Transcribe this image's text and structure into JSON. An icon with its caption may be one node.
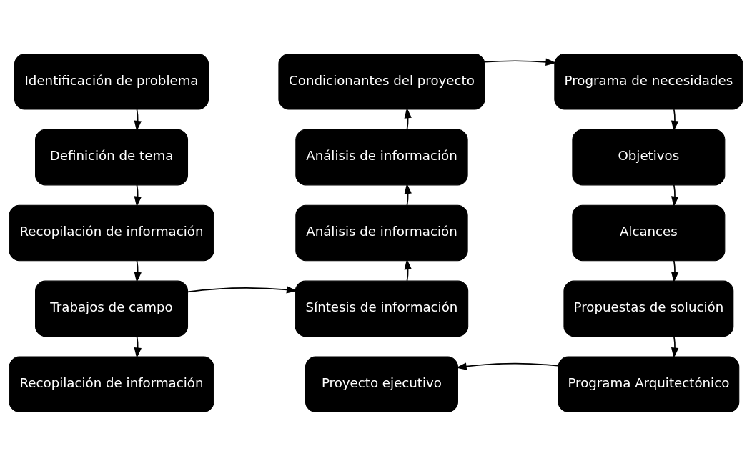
{
  "diagram": {
    "nodes": [
      {
        "text": [
          "Identificación de problema"
        ]
      },
      {
        "text": [
          "Definición de tema"
        ]
      },
      {
        "text": [
          "Recopilación de información"
        ]
      },
      {
        "text": [
          "Trabajos de campo"
        ]
      },
      {
        "text": [
          "Recopilación de información"
        ]
      },
      {
        "text": [
          "Condicionantes del proyecto"
        ]
      },
      {
        "text": [
          "Análisis de información"
        ]
      },
      {
        "text": [
          "Análisis de información"
        ]
      },
      {
        "text": [
          "Síntesis de información"
        ]
      },
      {
        "text": [
          "Proyecto ejecutivo"
        ]
      },
      {
        "text": [
          "Programa de necesidades"
        ]
      },
      {
        "text": [
          "Objetivos"
        ]
      },
      {
        "text": [
          "Alcances"
        ]
      },
      {
        "text": [
          "Propuestas de solución"
        ]
      },
      {
        "text": [
          "Programa Arquitectónico"
        ]
      }
    ],
    "edges": [
      {
        "from": 0,
        "to": 1,
        "arrow": "to"
      },
      {
        "from": 1,
        "to": 2,
        "arrow": "to"
      },
      {
        "from": 2,
        "to": 3,
        "arrow": "to"
      },
      {
        "from": 3,
        "to": 4,
        "arrow": "to"
      },
      {
        "from": 3,
        "to": 8,
        "arrow": "to"
      },
      {
        "from": 8,
        "to": 7,
        "arrow": "to"
      },
      {
        "from": 7,
        "to": 6,
        "arrow": "to"
      },
      {
        "from": 6,
        "to": 5,
        "arrow": "to"
      },
      {
        "from": 5,
        "to": 10,
        "arrow": "to"
      },
      {
        "from": 10,
        "to": 11,
        "arrow": "to"
      },
      {
        "from": 11,
        "to": 12,
        "arrow": "to"
      },
      {
        "from": 12,
        "to": 13,
        "arrow": "to"
      },
      {
        "from": 13,
        "to": 14,
        "arrow": "to"
      },
      {
        "from": 14,
        "to": 9,
        "arrow": "to"
      }
    ]
  }
}
